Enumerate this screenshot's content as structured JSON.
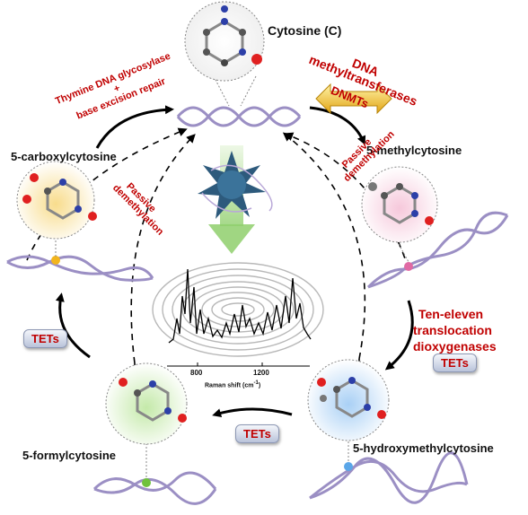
{
  "title": "Cytosine (C)",
  "nodes": {
    "methyl": "5-methylcytosine",
    "hydroxymethyl": "5-hydroxymethylcytosine",
    "formyl": "5-formylcytosine",
    "carboxyl": "5-carboxylcytosine"
  },
  "enzymes": {
    "dnmt_line1": "DNA",
    "dnmt_line2": "methyltransferases",
    "dnmt_badge": "DNMTs",
    "tet_line1": "Ten-eleven",
    "tet_line2": "translocation",
    "tet_line3": "dioxygenases",
    "tet_short": "TETs",
    "tdg_line1": "Thymine DNA glycosylase",
    "tdg_line2": "+",
    "tdg_line3": "base excision repair",
    "passive": "Passive demethylation"
  },
  "spectrum": {
    "xlabel": "Raman shift (cm",
    "xlabel_sup": "-1",
    "xlabel_close": ")",
    "tick1": "800",
    "tick2": "1200"
  },
  "colors": {
    "dna": "#b9add6",
    "dna_dark": "#8c80b4",
    "red": "#c00000",
    "c_halo": "#e8e8e8",
    "methyl_halo": "#f2b8cf",
    "hydroxy_halo": "#9cc8f2",
    "formyl_halo": "#b6e39a",
    "carboxyl_halo": "#f6d27a",
    "dnmt_arrow": "#f4c430"
  }
}
